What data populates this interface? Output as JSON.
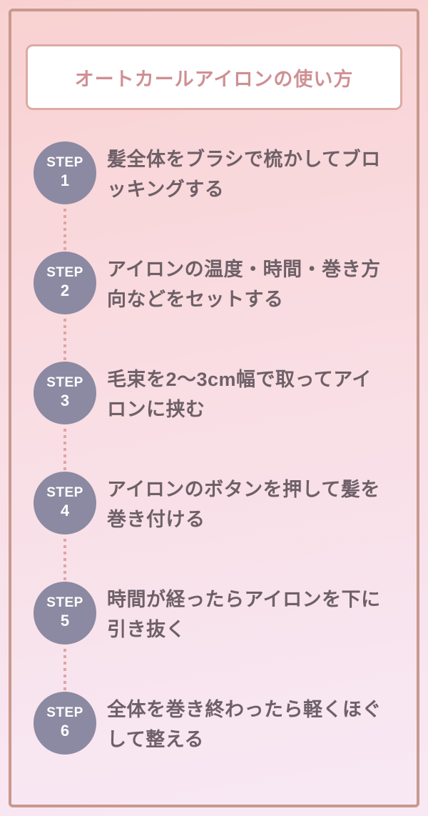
{
  "title": "オートカールアイロンの使い方",
  "steps": [
    {
      "label": "STEP",
      "number": "1",
      "text": "髪全体をブラシで梳かしてブロッキングする"
    },
    {
      "label": "STEP",
      "number": "2",
      "text": "アイロンの温度・時間・巻き方向などをセットする"
    },
    {
      "label": "STEP",
      "number": "3",
      "text": "毛束を2〜3cm幅で取ってアイロンに挟む"
    },
    {
      "label": "STEP",
      "number": "4",
      "text": "アイロンのボタンを押して髪を巻き付ける"
    },
    {
      "label": "STEP",
      "number": "5",
      "text": "時間が経ったらアイロンを下に引き抜く"
    },
    {
      "label": "STEP",
      "number": "6",
      "text": "全体を巻き終わったら軽くほぐして整える"
    }
  ],
  "colors": {
    "bg-top": "#f9d1d1",
    "bg-mid": "#f9dde3",
    "bg-bottom": "#f8e9f5",
    "frame-border": "#c8998f",
    "title-border": "#dcaba4",
    "title-bg": "#ffffff",
    "title-text": "#cf9094",
    "badge-bg": "#8c89a2",
    "badge-text": "#ffffff",
    "step-text": "#6e6067",
    "connector": "#e0a4a4"
  }
}
